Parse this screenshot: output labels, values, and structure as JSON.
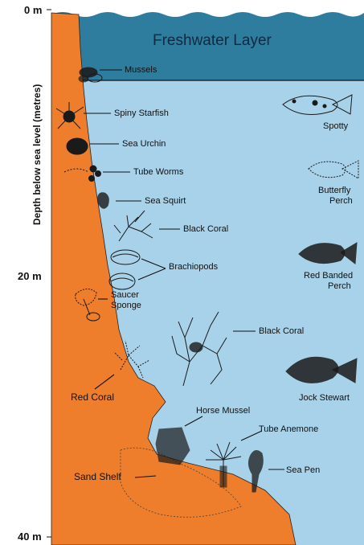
{
  "colors": {
    "freshwater": "#2f7d9e",
    "seawater": "#a8d2ea",
    "rock": "#ee7e2c",
    "ink": "#1a1a1a"
  },
  "freshwater_layer": {
    "label": "Freshwater Layer"
  },
  "depth_axis": {
    "label": "Depth below sea level (metres)",
    "ticks": [
      "0 m",
      "20 m",
      "40 m"
    ]
  },
  "organisms": [
    {
      "name": "Mussels"
    },
    {
      "name": "Spiny Starfish"
    },
    {
      "name": "Sea Urchin"
    },
    {
      "name": "Tube Worms"
    },
    {
      "name": "Sea Squirt"
    },
    {
      "name": "Black Coral"
    },
    {
      "name": "Brachiopods"
    },
    {
      "name": "Saucer Sponge"
    },
    {
      "name": "Black Coral"
    },
    {
      "name": "Red Coral"
    },
    {
      "name": "Horse Mussel"
    },
    {
      "name": "Tube Anemone"
    },
    {
      "name": "Sea Pen"
    },
    {
      "name": "Sand Shelf"
    }
  ],
  "fish": [
    {
      "name": "Spotty"
    },
    {
      "name": "Butterfly Perch"
    },
    {
      "name": "Red Banded Perch"
    },
    {
      "name": "Jock Stewart"
    }
  ]
}
